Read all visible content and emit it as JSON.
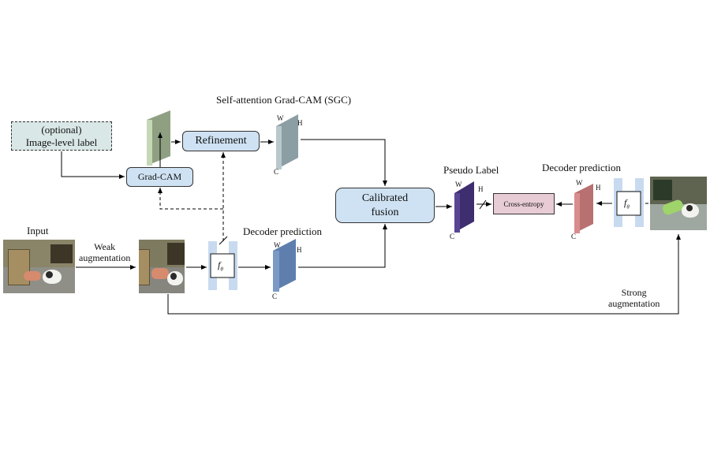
{
  "title": "Self-attention Grad-CAM (SGC)",
  "optional_label": {
    "line1": "(optional)",
    "line2": "Image-level label"
  },
  "gradcam": "Grad-CAM",
  "refinement": "Refinement",
  "calibrated_fusion": {
    "line1": "Calibrated",
    "line2": "fusion"
  },
  "cross_entropy": "Cross-entropy",
  "input_label": "Input",
  "weak_aug": {
    "line1": "Weak",
    "line2": "augmentation"
  },
  "strong_aug": {
    "line1": "Strong",
    "line2": "augmentation"
  },
  "decoder_prediction_left": "Decoder prediction",
  "decoder_prediction_right": "Decoder prediction",
  "pseudo_label": "Pseudo Label",
  "dims": {
    "w": "W",
    "h": "H",
    "c": "C"
  },
  "network": "f",
  "network_sub": "θ",
  "colors": {
    "blue_box": "#cfe2f3",
    "optional_box": "#d9e7e6",
    "cross_entropy_box": "#e8ccd5",
    "gradcam_map": "#c5d8b5",
    "sgc_map": "#b9c8cc",
    "decoder_left_map": "#7a99c5",
    "pseudo_label_map": "#5a4594",
    "decoder_right_map": "#d98c8c",
    "network_bars": "#c8daf0"
  }
}
